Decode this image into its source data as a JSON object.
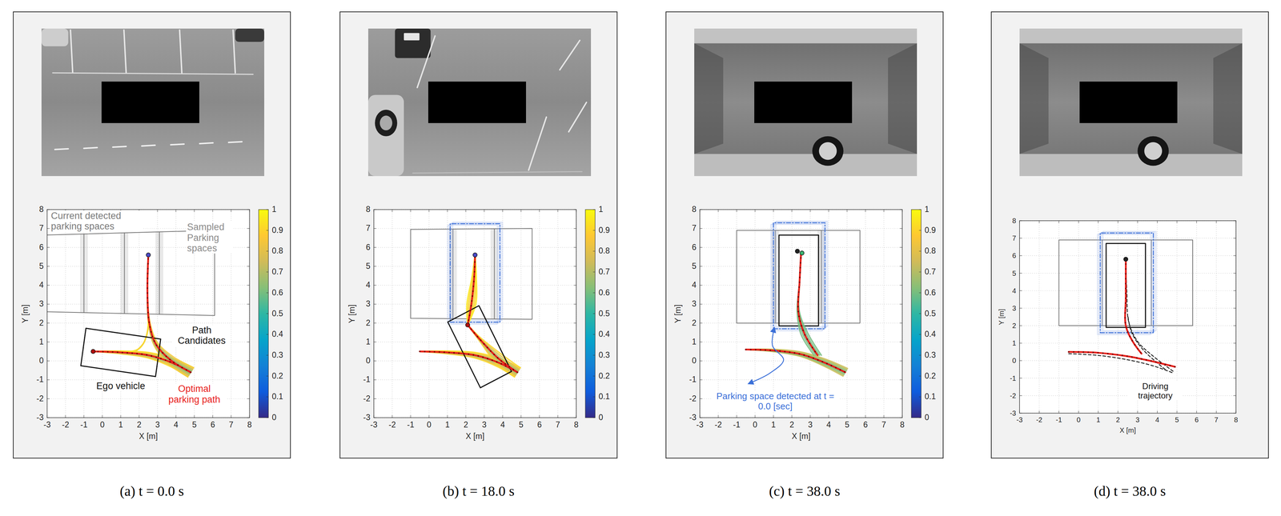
{
  "diagram": {
    "nodes": [
      {
        "text": [
          "(a) t = 0.0 s"
        ]
      },
      {
        "text": [
          "(b) t = 18.0 s"
        ]
      },
      {
        "text": [
          "(c) t = 38.0 s"
        ]
      },
      {
        "text": [
          "(d) t = 38.0 s"
        ]
      }
    ],
    "labels": [
      "-3",
      "-2",
      "-1",
      "0",
      "1",
      "2",
      "3",
      "4",
      "5",
      "6",
      "7",
      "8",
      "-3",
      "-2",
      "-1",
      "0",
      "1",
      "2",
      "3",
      "4",
      "5",
      "6",
      "7",
      "8",
      "X [m]",
      "Y [m]",
      "0",
      "0.1",
      "0.2",
      "0.3",
      "0.4",
      "0.5",
      "0.6",
      "0.7",
      "0.8",
      "0.9",
      "1",
      "Current detected parking spaces",
      "Sampled Parking spaces",
      "Path Candidates",
      "Ego vehicle",
      "Optimal parking path",
      "-3",
      "-2",
      "-1",
      "0",
      "1",
      "2",
      "3",
      "4",
      "5",
      "6",
      "7",
      "8",
      "-3",
      "-2",
      "-1",
      "0",
      "1",
      "2",
      "3",
      "4",
      "5",
      "6",
      "7",
      "8",
      "X [m]",
      "Y [m]",
      "0",
      "0.1",
      "0.2",
      "0.3",
      "0.4",
      "0.5",
      "0.6",
      "0.7",
      "0.8",
      "0.9",
      "1",
      "-3",
      "-2",
      "-1",
      "0",
      "1",
      "2",
      "3",
      "4",
      "5",
      "6",
      "7",
      "8",
      "-3",
      "-2",
      "-1",
      "0",
      "1",
      "2",
      "3",
      "4",
      "5",
      "6",
      "7",
      "8",
      "X [m]",
      "Y [m]",
      "0",
      "0.1",
      "0.2",
      "0.3",
      "0.4",
      "0.5",
      "0.6",
      "0.7",
      "0.8",
      "0.9",
      "1",
      "Parking space detected at t = 0.0 [sec]",
      "-3",
      "-2",
      "-1",
      "0",
      "1",
      "2",
      "3",
      "4",
      "5",
      "6",
      "7",
      "8",
      "-3",
      "-2",
      "-1",
      "0",
      "1",
      "2",
      "3",
      "4",
      "5",
      "6",
      "7",
      "8",
      "X [m]",
      "Y [m]",
      "Driving trajectory"
    ]
  }
}
